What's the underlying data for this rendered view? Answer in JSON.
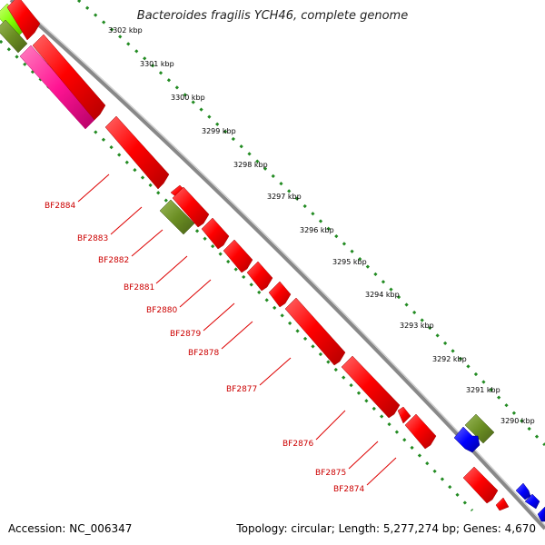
{
  "title": "Bacteroides fragilis YCH46, complete genome",
  "accession_text": "Accession: NC_006347",
  "summary_text": "Topology: circular; Length: 5,277,274 bp; Genes: 4,670",
  "colors": {
    "cds": "#ff0000",
    "olive": "#6b8e23",
    "blue": "#0000ff",
    "magenta": "#ff1493",
    "lime": "#7fff00",
    "backbone": "#808080",
    "ticks": "#228b22",
    "labels": "#cc0000"
  },
  "tick_labels": [
    "3302 kbp",
    "3301 kbp",
    "3300 kbp",
    "3299 kbp",
    "3298 kbp",
    "3297 kbp",
    "3296 kbp",
    "3295 kbp",
    "3294 kbp",
    "3293 kbp",
    "3292 kbp",
    "3291 kbp",
    "3290 kbp"
  ],
  "gene_labels": [
    "BF2884",
    "BF2883",
    "BF2882",
    "BF2881",
    "BF2880",
    "BF2879",
    "BF2878",
    "BF2877",
    "BF2876",
    "BF2875",
    "BF2874"
  ]
}
